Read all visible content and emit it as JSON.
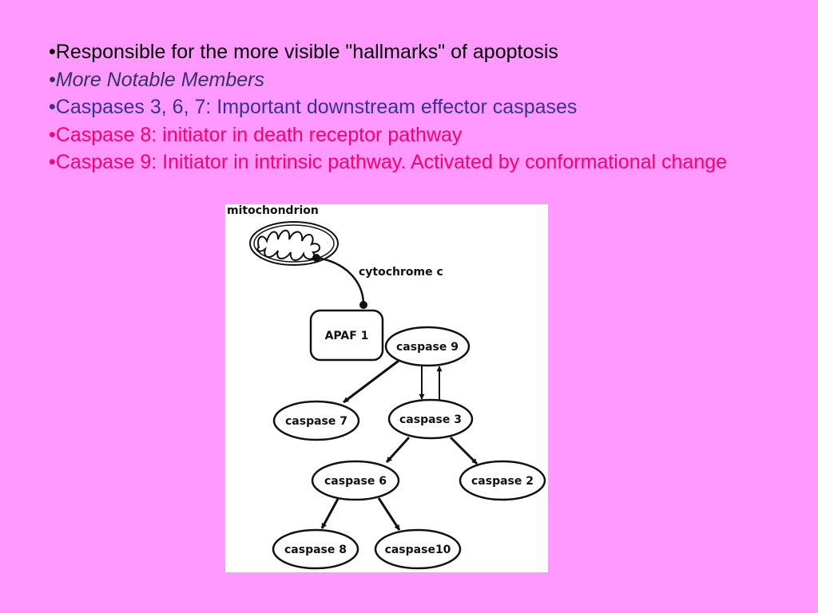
{
  "slide": {
    "bullets": [
      {
        "bullet": "•",
        "text": "Responsible for the more visible \"hallmarks\" of apoptosis",
        "color": "#000000"
      },
      {
        "bullet": "•",
        "text": "More Notable Members",
        "color": "#333366"
      },
      {
        "bullet": "•",
        "text": "Caspases 3, 6, 7: Important downstream effector caspases",
        "color": "#333399"
      },
      {
        "bullet": "•",
        "text": "Caspase 8: initiator in death receptor pathway",
        "color": "#ff0066"
      },
      {
        "bullet": "•",
        "text": "Caspase 9: Initiator in intrinsic pathway. Activated by conformational change",
        "color": "#ff0066"
      }
    ],
    "background": "#ff99ff"
  },
  "diagram": {
    "labels": {
      "mitochondrion": "mitochondrion",
      "cytochrome": "cytochrome  c",
      "apaf1": "APAF 1",
      "caspase9": "caspase  9",
      "caspase7": "caspase  7",
      "caspase3": "caspase  3",
      "caspase6": "caspase  6",
      "caspase2": "caspase  2",
      "caspase8": "caspase  8",
      "caspase10": "caspase10"
    }
  }
}
